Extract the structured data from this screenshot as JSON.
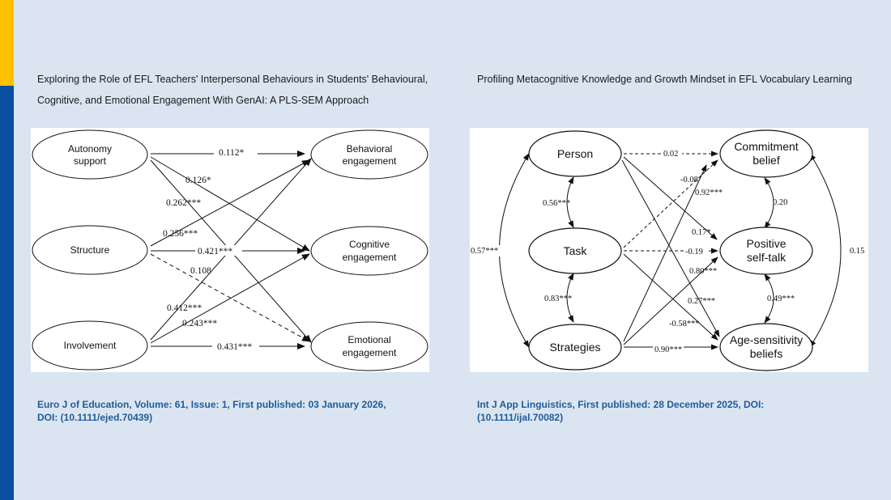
{
  "left": {
    "title_line1": "Exploring the Role of EFL Teachers' Interpersonal Behaviours in Students' Behavioural,",
    "title_line2": "Cognitive, and Emotional Engagement With GenAI: A PLS-SEM Approach",
    "nodes": {
      "autonomy_l1": "Autonomy",
      "autonomy_l2": "support",
      "structure": "Structure",
      "involvement": "Involvement",
      "behavioral_l1": "Behavioral",
      "behavioral_l2": "engagement",
      "cognitive_l1": "Cognitive",
      "cognitive_l2": "engagement",
      "emotional_l1": "Emotional",
      "emotional_l2": "engagement"
    },
    "paths": {
      "aut_beh": "0.112*",
      "aut_cog": "0.126*",
      "aut_emo": "0.262***",
      "str_beh": "0.256***",
      "str_cog": "0.421***",
      "str_emo": "0.108",
      "inv_beh": "0.412***",
      "inv_cog": "0.243***",
      "inv_emo": "0.431***"
    },
    "citation_line1": "Euro J of Education, Volume: 61, Issue: 1, First published: 03 January 2026,",
    "citation_line2": "DOI: (10.1111/ejed.70439)"
  },
  "right": {
    "title": "Profiling Metacognitive Knowledge and Growth Mindset in EFL Vocabulary Learning",
    "nodes": {
      "person": "Person",
      "task": "Task",
      "strategies": "Strategies",
      "commitment_l1": "Commitment",
      "commitment_l2": "belief",
      "positive_l1": "Positive",
      "positive_l2": "self-talk",
      "age_l1": "Age-sensitivity",
      "age_l2": "beliefs"
    },
    "paths": {
      "per_com": "0.02",
      "per_pos": "0.17*",
      "per_age": "0.27***",
      "task_com": "-0.08",
      "task_pos": "-0.19",
      "task_age": "0.80***",
      "str_com": "0.92***",
      "str_pos": "-0.58***",
      "str_age": "0.90***",
      "per_task": "0.56***",
      "task_str": "0.83***",
      "per_str": "0.57***",
      "com_pos": "0.20",
      "pos_age": "0.49***",
      "com_age": "0.15"
    },
    "citation_line1": "Int J App Linguistics, First published: 28 December 2025, DOI:",
    "citation_line2": "(10.1111/ijal.70082)"
  }
}
